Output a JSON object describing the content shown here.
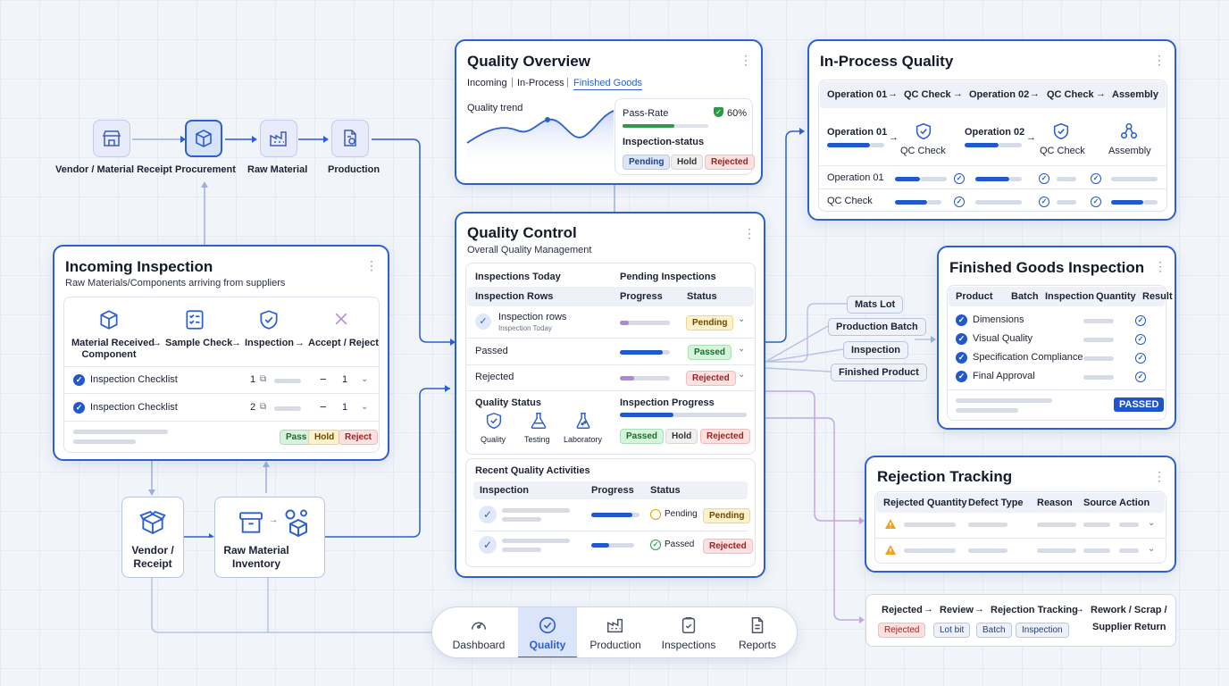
{
  "flow": {
    "vendor_receipt": "Vendor / Material Receipt",
    "procurement": "Procurement",
    "raw_material": "Raw Material",
    "production": "Production"
  },
  "incoming": {
    "title": "Incoming Inspection",
    "subtitle": "Raw Materials/Components arriving from suppliers",
    "steps": [
      "Material Received Component",
      "Sample Check",
      "Inspection",
      "Accept / Reject"
    ],
    "step1_line1": "Material Received",
    "step1_line2": "Component",
    "rows": [
      {
        "label": "Inspection Checklist",
        "num": "1",
        "qty": "1"
      },
      {
        "label": "Inspection Checklist",
        "num": "2",
        "qty": "1"
      }
    ],
    "pills": [
      "Pass",
      "Hold",
      "Reject"
    ]
  },
  "lower_flow": {
    "vendor_line1": "Vendor /",
    "vendor_line2": "Receipt",
    "raw_line1": "Raw Material",
    "raw_line2": "Inventory"
  },
  "overview": {
    "title": "Quality Overview",
    "tabs": [
      "Incoming",
      "In-Process",
      "Finished Goods"
    ],
    "trend_label": "Quality trend",
    "pass_rate_label": "Pass-Rate",
    "pass_rate_value": "60%",
    "pass_rate_fraction": 0.6,
    "status_label": "Inspection-status",
    "status_pills": [
      "Pending",
      "Hold",
      "Rejected"
    ]
  },
  "qc": {
    "title": "Quality Control",
    "subtitle": "Overall Quality Management",
    "col_today": "Inspections Today",
    "col_pending": "Pending Inspections",
    "hdr_rows": "Inspection Rows",
    "hdr_progress": "Progress",
    "hdr_status": "Status",
    "row1_label": "Inspection rows",
    "row1_sub": "Inspection Today",
    "row1_status": "Pending",
    "row2_label": "Passed",
    "row2_status": "Passed",
    "row3_label": "Rejected",
    "row3_status": "Rejected",
    "quality_status": "Quality Status",
    "inspection_progress": "Inspection Progress",
    "icons": [
      "Quality",
      "Testing",
      "Laboratory"
    ],
    "status_pills": [
      "Passed",
      "Hold",
      "Rejected"
    ],
    "recent_title": "Recent Quality Activities",
    "recent_hdr": [
      "Inspection",
      "Progress",
      "Status"
    ],
    "recent_rows": [
      {
        "status_text": "Pending",
        "pill": "Pending"
      },
      {
        "status_text": "Passed",
        "pill": "Rejected"
      }
    ]
  },
  "inprocess": {
    "title": "In-Process Quality",
    "flow": [
      "Operation 01",
      "QC Check",
      "Operation 02",
      "QC Check",
      "Assembly"
    ],
    "row_labels": [
      "Operation 01",
      "QC Check"
    ]
  },
  "labels_mid": [
    "Mats Lot",
    "Production Batch",
    "Inspection",
    "Finished Product"
  ],
  "finished": {
    "title": "Finished Goods Inspection",
    "headers": [
      "Product",
      "Batch",
      "Inspection",
      "Quantity",
      "Result"
    ],
    "items": [
      "Dimensions",
      "Visual Quality",
      "Specification Compliance",
      "Final Approval"
    ],
    "badge": "PASSED"
  },
  "rejection": {
    "title": "Rejection Tracking",
    "headers": [
      "Rejected Quantity",
      "Defect Type",
      "Reason",
      "Source",
      "Action"
    ]
  },
  "rej_flow": {
    "steps": [
      "Rejected",
      "Review",
      "Rejection Tracking",
      "Rework / Scrap /"
    ],
    "step_last2": "Supplier Return",
    "tags": [
      "Rejected",
      "Lot bit",
      "Batch",
      "Inspection"
    ]
  },
  "bottom_nav": {
    "items": [
      "Dashboard",
      "Quality",
      "Production",
      "Inspections",
      "Reports"
    ],
    "active": "Quality"
  },
  "colors": {
    "accent": "#2c5fd3",
    "purple_line": "#c4a6e8"
  }
}
